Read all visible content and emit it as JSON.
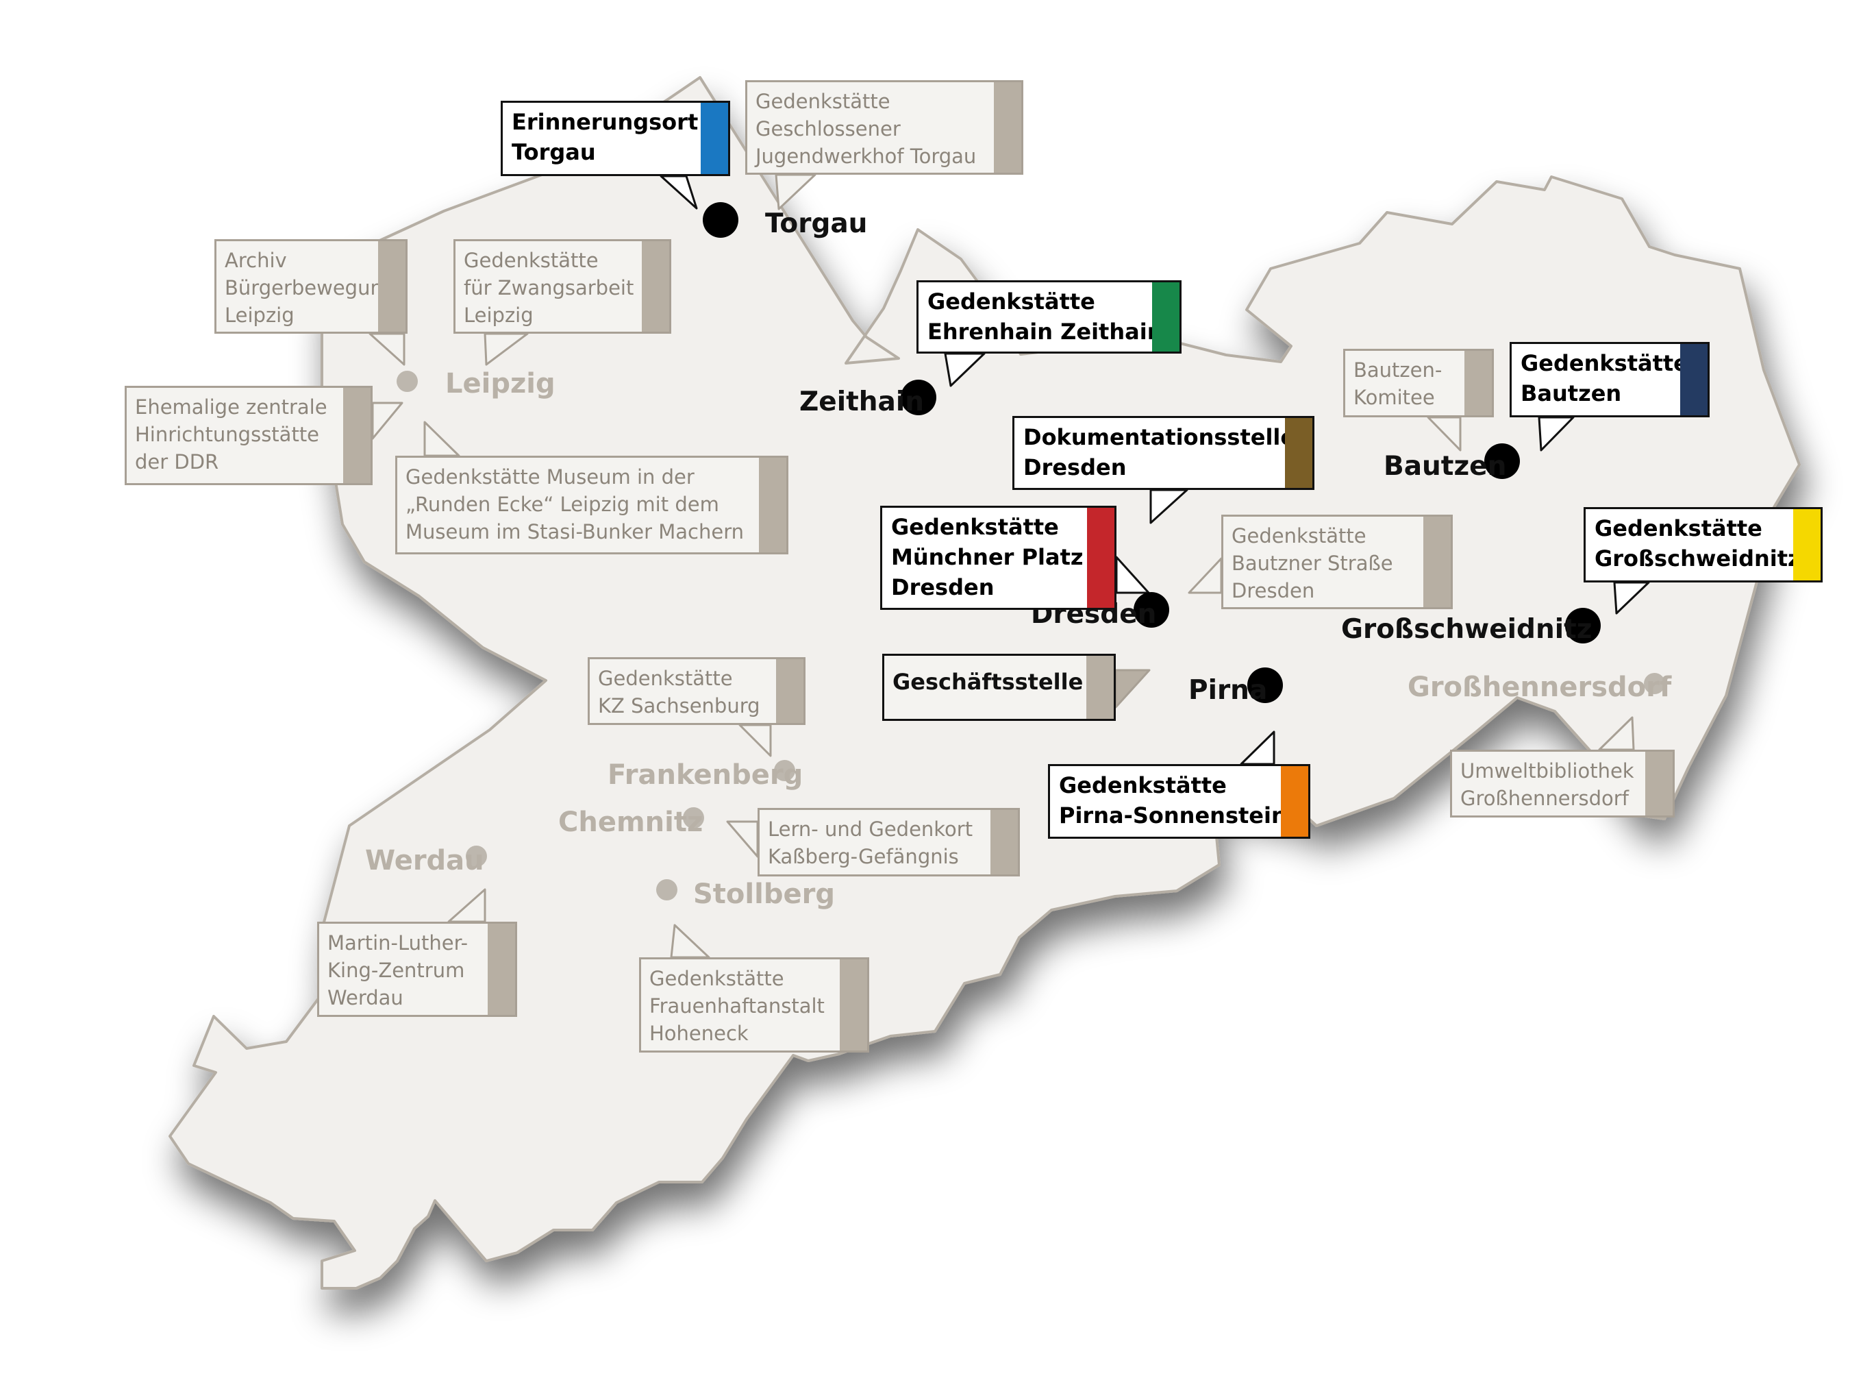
{
  "colors": {
    "land": "#f2f0ed",
    "border": "#b5aea4",
    "neutral": "#b7afa3",
    "torgau": "#1a78c2",
    "zeithain": "#17884a",
    "dokumentation": "#7a5e26",
    "bautzen": "#243b62",
    "muenchner_platz": "#c4262b",
    "grossschweidnitz": "#f5d800",
    "pirna": "#ec7a0a"
  },
  "cities": {
    "torgau": "Torgau",
    "leipzig": "Leipzig",
    "zeithain": "Zeithain",
    "bautzen": "Bautzen",
    "dresden": "Dresden",
    "grossschweidnitz": "Großschweidnitz",
    "pirna": "Pirna",
    "grosshennersdorf": "Großhennersdorf",
    "frankenberg": "Frankenberg",
    "chemnitz": "Chemnitz",
    "werdau": "Werdau",
    "stollberg": "Stollberg"
  },
  "memorials": {
    "erinnerungsort_torgau": [
      "Erinnerungsort",
      "Torgau"
    ],
    "jugendwerkhof_torgau": [
      "Gedenkstätte",
      "Geschlossener",
      "Jugendwerkhof Torgau"
    ],
    "archiv_buergerbewegung": [
      "Archiv",
      "Bürgerbewegung",
      "Leipzig"
    ],
    "zwangsarbeit_leipzig": [
      "Gedenkstätte",
      "für Zwangsarbeit",
      "Leipzig"
    ],
    "hinrichtungsstaette": [
      "Ehemalige zentrale",
      "Hinrichtungsstätte",
      "der DDR"
    ],
    "runde_ecke": [
      "Gedenkstätte Museum in der",
      "„Runden Ecke“ Leipzig mit dem",
      "Museum im Stasi-Bunker Machern"
    ],
    "ehrenhain_zeithain": [
      "Gedenkstätte",
      "Ehrenhain Zeithain"
    ],
    "bautzen_komitee": [
      "Bautzen-",
      "Komitee"
    ],
    "gedenkstaette_bautzen": [
      "Gedenkstätte",
      "Bautzen"
    ],
    "dokumentationsstelle": [
      "Dokumentationsstelle",
      "Dresden"
    ],
    "muenchner_platz": [
      "Gedenkstätte",
      "Münchner Platz",
      "Dresden"
    ],
    "bautzner_strasse": [
      "Gedenkstätte",
      "Bautzner Straße",
      "Dresden"
    ],
    "grossschweidnitz": [
      "Gedenkstätte",
      "Großschweidnitz"
    ],
    "geschaeftsstelle": [
      "Geschäftsstelle"
    ],
    "sachsenburg": [
      "Gedenkstätte",
      "KZ Sachsenburg"
    ],
    "kassberg": [
      "Lern- und Gedenkort",
      "Kaßberg-Gefängnis"
    ],
    "pirna_sonnenstein": [
      "Gedenkstätte",
      "Pirna-Sonnenstein"
    ],
    "umweltbibliothek": [
      "Umweltbibliothek",
      "Großhennersdorf"
    ],
    "martin_luther_king": [
      "Martin-Luther-",
      "King-Zentrum",
      "Werdau"
    ],
    "hoheneck": [
      "Gedenkstätte",
      "Frauenhaftanstalt",
      "Hoheneck"
    ]
  }
}
